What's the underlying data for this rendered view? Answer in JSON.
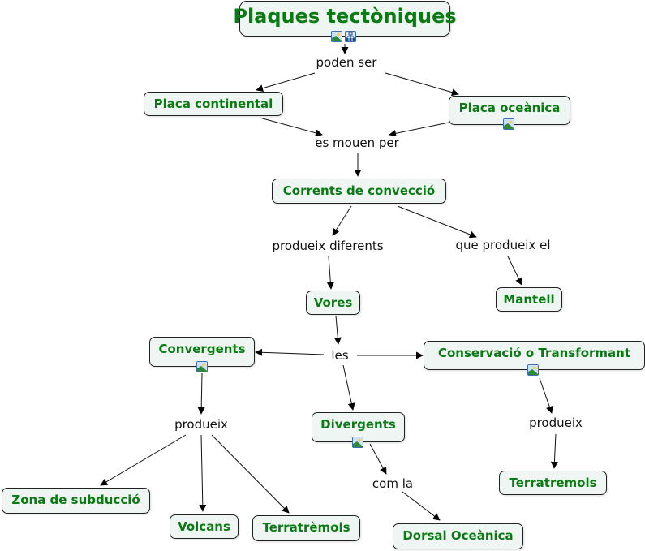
{
  "title": "Plaques tectòniques",
  "colors": {
    "concept_text": "#0a7a12",
    "concept_fill": "#eef5f3",
    "border": "#222222",
    "link_text": "#111111"
  },
  "concepts": {
    "plaques": "Plaques tectòniques",
    "placa_continental": "Placa continental",
    "placa_oceanica": "Placa oceànica",
    "corrents": "Corrents de convecció",
    "vores": "Vores",
    "mantell": "Mantell",
    "convergents": "Convergents",
    "conservacio": "Conservació o Transformant",
    "divergents": "Divergents",
    "zona_subduccio": "Zona de subducció",
    "volcans": "Volcans",
    "terratremols_1": "Terratrèmols",
    "dorsal": "Dorsal Oceànica",
    "terratremols_2": "Terratremols"
  },
  "links": {
    "poden_ser": "poden ser",
    "es_mouen_per": "es mouen per",
    "produeix_diferents": "produeix diferents",
    "que_produeix_el": "que produeix el",
    "les": "les",
    "produeix_1": "produeix",
    "com_la": "com la",
    "produeix_2": "produeix"
  },
  "icons": {
    "image": "image-resource-icon",
    "submap": "concept-map-resource-icon"
  }
}
